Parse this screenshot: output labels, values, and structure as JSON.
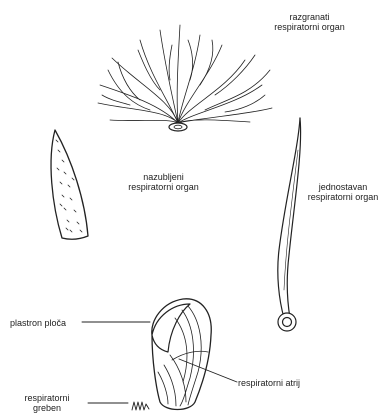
{
  "labels": {
    "branched": [
      "razgranati",
      "respiratorni organ"
    ],
    "toothed": [
      "nazubljeni",
      "respiratorni organ"
    ],
    "simple": [
      "jednostavan",
      "respiratorni organ"
    ],
    "plastron": [
      "plastron ploča"
    ],
    "atrium": [
      "respiratorni atrij"
    ],
    "ridge": [
      "respiratorni",
      "greben"
    ]
  }
}
